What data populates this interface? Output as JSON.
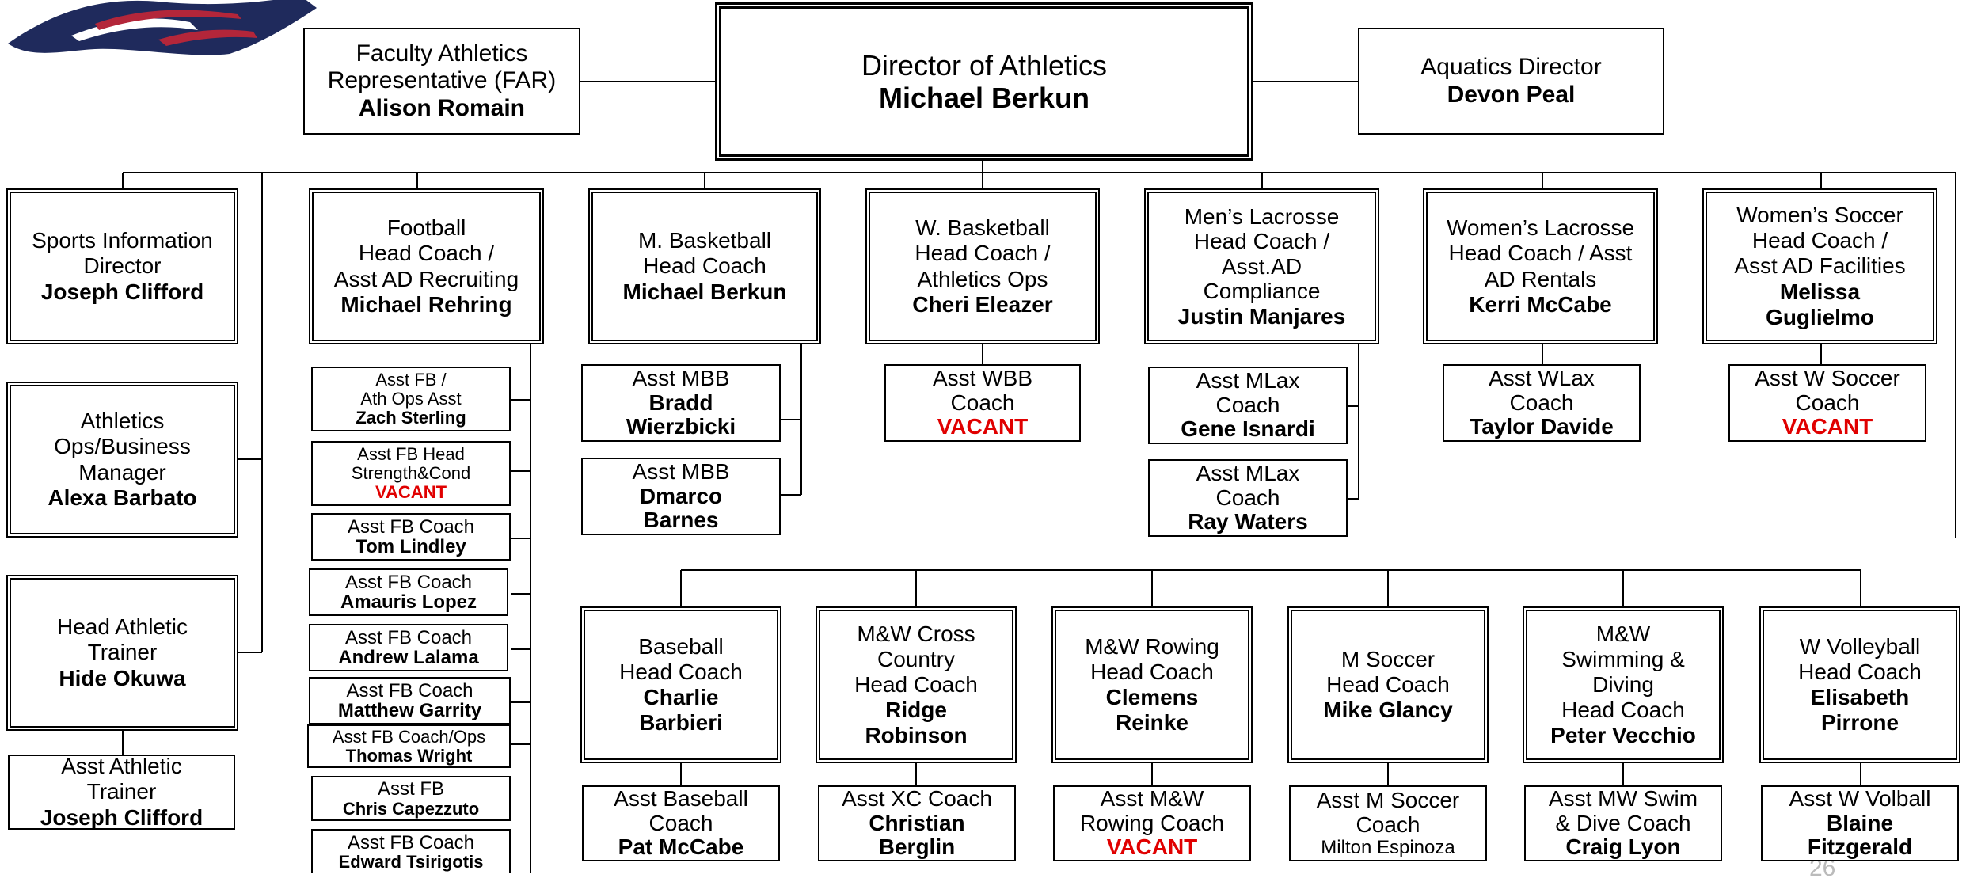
{
  "director": {
    "title": "Director of Athletics",
    "name": "Michael Berkun"
  },
  "far": {
    "line1": "Faculty Athletics",
    "line2": "Representative (FAR)",
    "name": "Alison Romain"
  },
  "aquatics": {
    "title": "Aquatics Director",
    "name": "Devon Peal"
  },
  "sid": {
    "line1": "Sports Information",
    "line2": "Director",
    "name": "Joseph Clifford"
  },
  "ops": {
    "line1": "Athletics",
    "line2": "Ops/Business",
    "line3": "Manager",
    "name": "Alexa Barbato"
  },
  "trainer": {
    "line1": "Head Athletic",
    "line2": "Trainer",
    "name": "Hide Okuwa"
  },
  "asst_trainer": {
    "line1": "Asst Athletic",
    "line2": "Trainer",
    "name": "Joseph Clifford"
  },
  "football": {
    "line1": "Football",
    "line2": "Head Coach /",
    "line3": "Asst AD Recruiting",
    "name": "Michael Rehring"
  },
  "fb_staff": [
    {
      "line1": "Asst FB /",
      "line2": "Ath Ops Asst",
      "name": "Zach Sterling"
    },
    {
      "line1": "Asst FB Head",
      "line2": "Strength&Cond",
      "name": "VACANT"
    },
    {
      "line1": "Asst FB Coach",
      "name": "Tom Lindley"
    },
    {
      "line1": "Asst FB Coach",
      "name": "Amauris Lopez"
    },
    {
      "line1": "Asst FB Coach",
      "name": "Andrew Lalama"
    },
    {
      "line1": "Asst FB Coach",
      "name": "Matthew Garrity"
    },
    {
      "line1": "Asst FB Coach/Ops",
      "name": "Thomas Wright"
    },
    {
      "line1": "Asst FB",
      "name": "Chris Capezzuto"
    },
    {
      "line1": "Asst FB Coach",
      "name": "Edward Tsirigotis"
    }
  ],
  "mbb": {
    "line1": "M. Basketball",
    "line2": "Head Coach",
    "name": "Michael Berkun"
  },
  "mbb_asst1": {
    "line1": "Asst MBB",
    "name1": "Bradd",
    "name2": "Wierzbicki"
  },
  "mbb_asst2": {
    "line1": "Asst MBB",
    "name1": "Dmarco",
    "name2": "Barnes"
  },
  "wbb": {
    "line1": "W. Basketball",
    "line2": "Head Coach /",
    "line3": "Athletics Ops",
    "name": "Cheri Eleazer"
  },
  "wbb_asst": {
    "line1": "Asst WBB",
    "line2": "Coach",
    "name": "VACANT"
  },
  "mlax": {
    "line1": "Men’s Lacrosse",
    "line2": "Head Coach /",
    "line3": "Asst.AD",
    "line4": "Compliance",
    "name": "Justin Manjares"
  },
  "mlax_asst1": {
    "line1": "Asst MLax",
    "line2": "Coach",
    "name": "Gene Isnardi"
  },
  "mlax_asst2": {
    "line1": "Asst MLax",
    "line2": "Coach",
    "name": "Ray Waters"
  },
  "wlax": {
    "line1": "Women’s Lacrosse",
    "line2": "Head Coach / Asst",
    "line3": "AD Rentals",
    "name": "Kerri McCabe"
  },
  "wlax_asst": {
    "line1": "Asst WLax",
    "line2": "Coach",
    "name": "Taylor Davide"
  },
  "wsoc": {
    "line1": "Women’s Soccer",
    "line2": "Head Coach /",
    "line3": "Asst AD Facilities",
    "name1": "Melissa",
    "name2": "Guglielmo"
  },
  "wsoc_asst": {
    "line1": "Asst W Soccer",
    "line2": "Coach",
    "name": "VACANT"
  },
  "baseball": {
    "line1": "Baseball",
    "line2": "Head Coach",
    "name1": "Charlie",
    "name2": "Barbieri"
  },
  "baseball_asst": {
    "line1": "Asst Baseball",
    "line2": "Coach",
    "name": "Pat McCabe"
  },
  "xc": {
    "line1": "M&W Cross",
    "line2": "Country",
    "line3": "Head Coach",
    "name1": "Ridge",
    "name2": "Robinson"
  },
  "xc_asst": {
    "line1": "Asst XC Coach",
    "name1": "Christian",
    "name2": "Berglin"
  },
  "rowing": {
    "line1": "M&W Rowing",
    "line2": "Head Coach",
    "name1": "Clemens",
    "name2": "Reinke"
  },
  "rowing_asst": {
    "line1": "Asst M&W",
    "line2": "Rowing Coach",
    "name": "VACANT"
  },
  "msoc": {
    "line1": "M Soccer",
    "line2": "Head Coach",
    "name": "Mike Glancy"
  },
  "msoc_asst": {
    "line1": "Asst M Soccer",
    "line2": "Coach",
    "name": "Milton Espinoza"
  },
  "swim": {
    "line1": "M&W",
    "line2": "Swimming &",
    "line3": "Diving",
    "line4": "Head Coach",
    "name": "Peter Vecchio"
  },
  "swim_asst": {
    "line1": "Asst MW Swim",
    "line2": "& Dive Coach",
    "name": "Craig Lyon"
  },
  "wvb": {
    "line1": "W Volleyball",
    "line2": "Head Coach",
    "name1": "Elisabeth",
    "name2": "Pirrone"
  },
  "wvb_asst": {
    "line1": "Asst W Volball",
    "name1": "Blaine",
    "name2": "Fitzgerald"
  },
  "page_number": "26",
  "colors": {
    "vacant": "#e00000",
    "logo_navy": "#1f2a5c",
    "logo_red": "#b3263a"
  }
}
